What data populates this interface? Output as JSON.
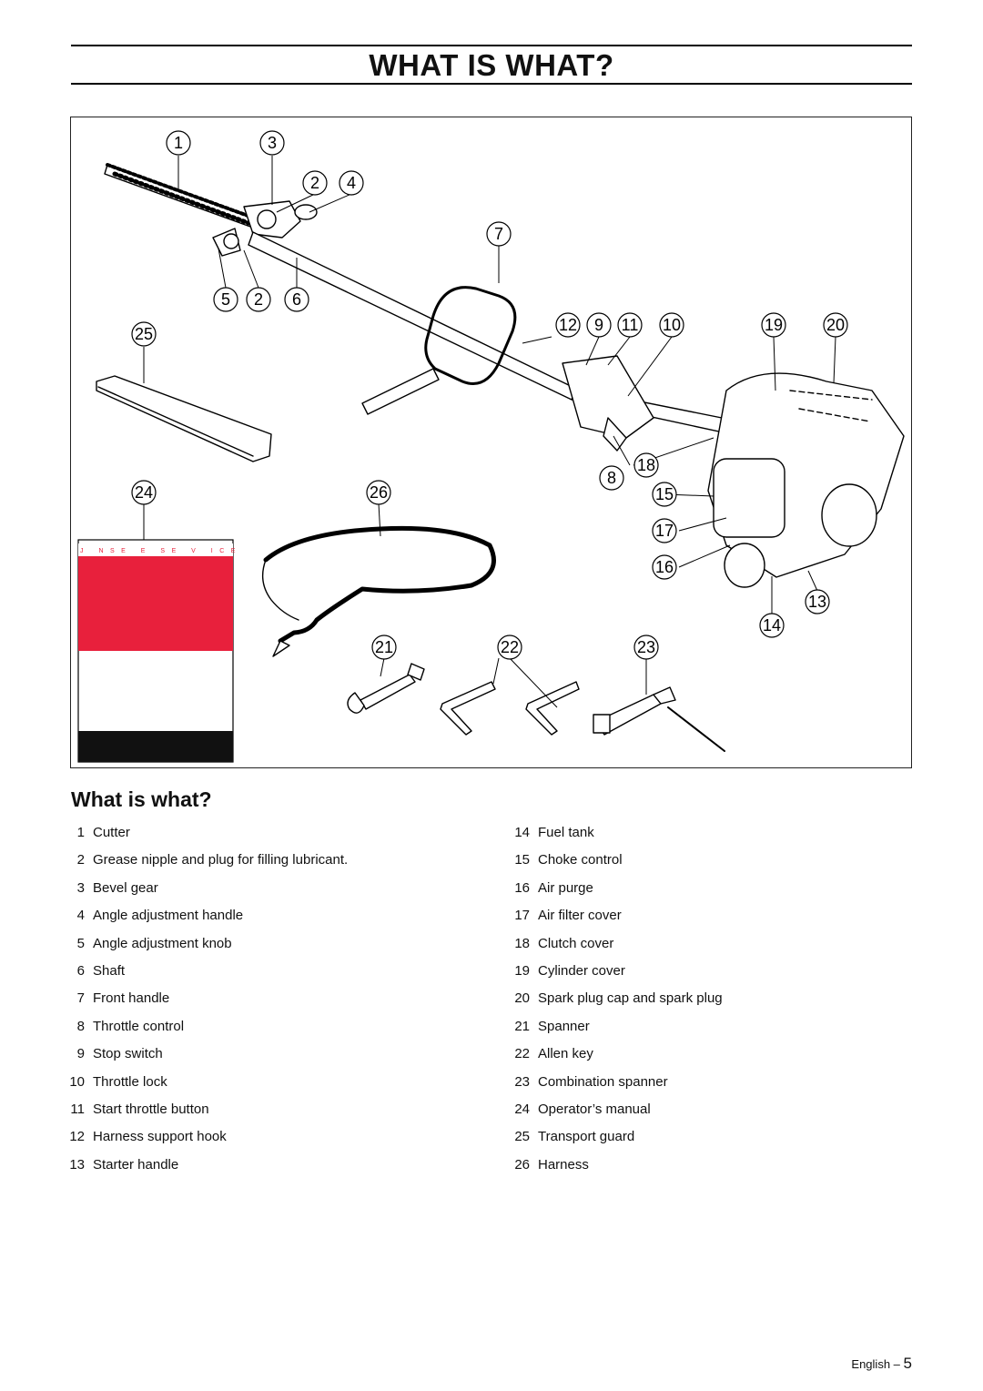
{
  "header": {
    "title": "WHAT IS WHAT?"
  },
  "figure": {
    "callouts": [
      "1",
      "2",
      "3",
      "4",
      "5",
      "6",
      "7",
      "8",
      "9",
      "10",
      "11",
      "12",
      "13",
      "14",
      "15",
      "16",
      "17",
      "18",
      "19",
      "20",
      "21",
      "22",
      "23",
      "24",
      "25",
      "26"
    ],
    "manual_cover_strip": "J NSE E SE V ICE",
    "colors": {
      "manual_red": "#e8203c",
      "manual_black": "#111111"
    }
  },
  "section": {
    "title": "What is what?"
  },
  "parts_left": [
    {
      "num": "1",
      "label": "Cutter"
    },
    {
      "num": "2",
      "label": "Grease nipple and plug for filling lubricant."
    },
    {
      "num": "3",
      "label": "Bevel gear"
    },
    {
      "num": "4",
      "label": "Angle adjustment handle"
    },
    {
      "num": "5",
      "label": "Angle adjustment knob"
    },
    {
      "num": "6",
      "label": "Shaft"
    },
    {
      "num": "7",
      "label": "Front handle"
    },
    {
      "num": "8",
      "label": "Throttle control"
    },
    {
      "num": "9",
      "label": "Stop switch"
    },
    {
      "num": "10",
      "label": "Throttle lock"
    },
    {
      "num": "11",
      "label": "Start throttle button"
    },
    {
      "num": "12",
      "label": "Harness support hook"
    },
    {
      "num": "13",
      "label": "Starter handle"
    }
  ],
  "parts_right": [
    {
      "num": "14",
      "label": "Fuel tank"
    },
    {
      "num": "15",
      "label": "Choke control"
    },
    {
      "num": "16",
      "label": "Air purge"
    },
    {
      "num": "17",
      "label": "Air filter cover"
    },
    {
      "num": "18",
      "label": "Clutch cover"
    },
    {
      "num": "19",
      "label": "Cylinder cover"
    },
    {
      "num": "20",
      "label": "Spark plug cap and spark plug"
    },
    {
      "num": "21",
      "label": "Spanner"
    },
    {
      "num": "22",
      "label": "Allen key"
    },
    {
      "num": "23",
      "label": "Combination spanner"
    },
    {
      "num": "24",
      "label": "Operator’s manual"
    },
    {
      "num": "25",
      "label": "Transport guard"
    },
    {
      "num": "26",
      "label": "Harness"
    }
  ],
  "footer": {
    "language": "English",
    "dash": "–",
    "page": "5"
  }
}
